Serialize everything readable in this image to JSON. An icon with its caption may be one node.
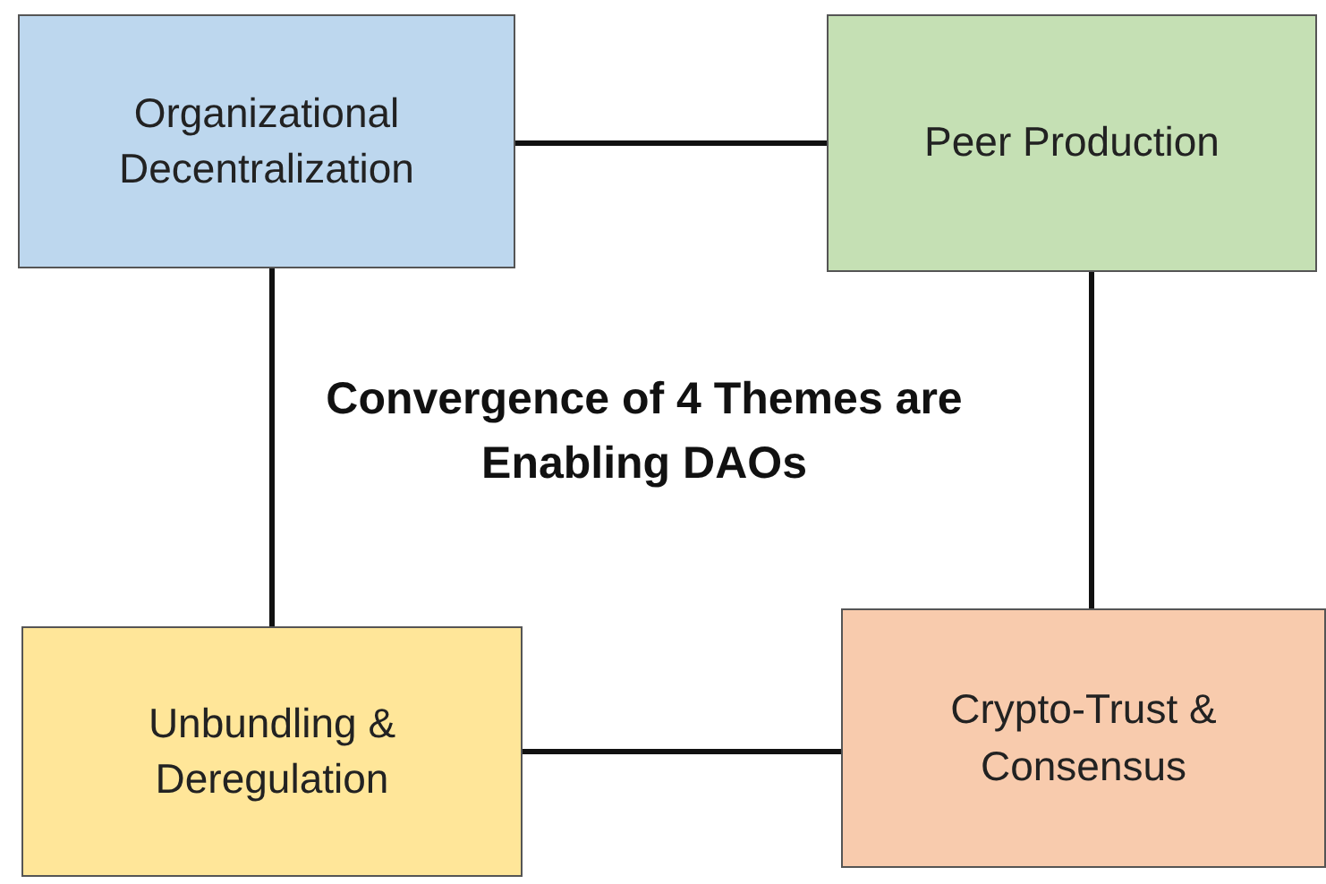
{
  "diagram": {
    "title": "Convergence of 4 Themes are Enabling DAOs",
    "nodes": [
      {
        "text": [
          "Organizational Decentralization"
        ]
      },
      {
        "text": [
          "Peer Production"
        ]
      },
      {
        "text": [
          "Unbundling & Deregulation"
        ]
      },
      {
        "text": [
          "Crypto-Trust & Consensus"
        ]
      }
    ],
    "edges": [
      {
        "from": 0,
        "to": 1,
        "arrow": "none"
      },
      {
        "from": 0,
        "to": 2,
        "arrow": "none"
      },
      {
        "from": 1,
        "to": 3,
        "arrow": "none"
      },
      {
        "from": 2,
        "to": 3,
        "arrow": "none"
      }
    ]
  }
}
